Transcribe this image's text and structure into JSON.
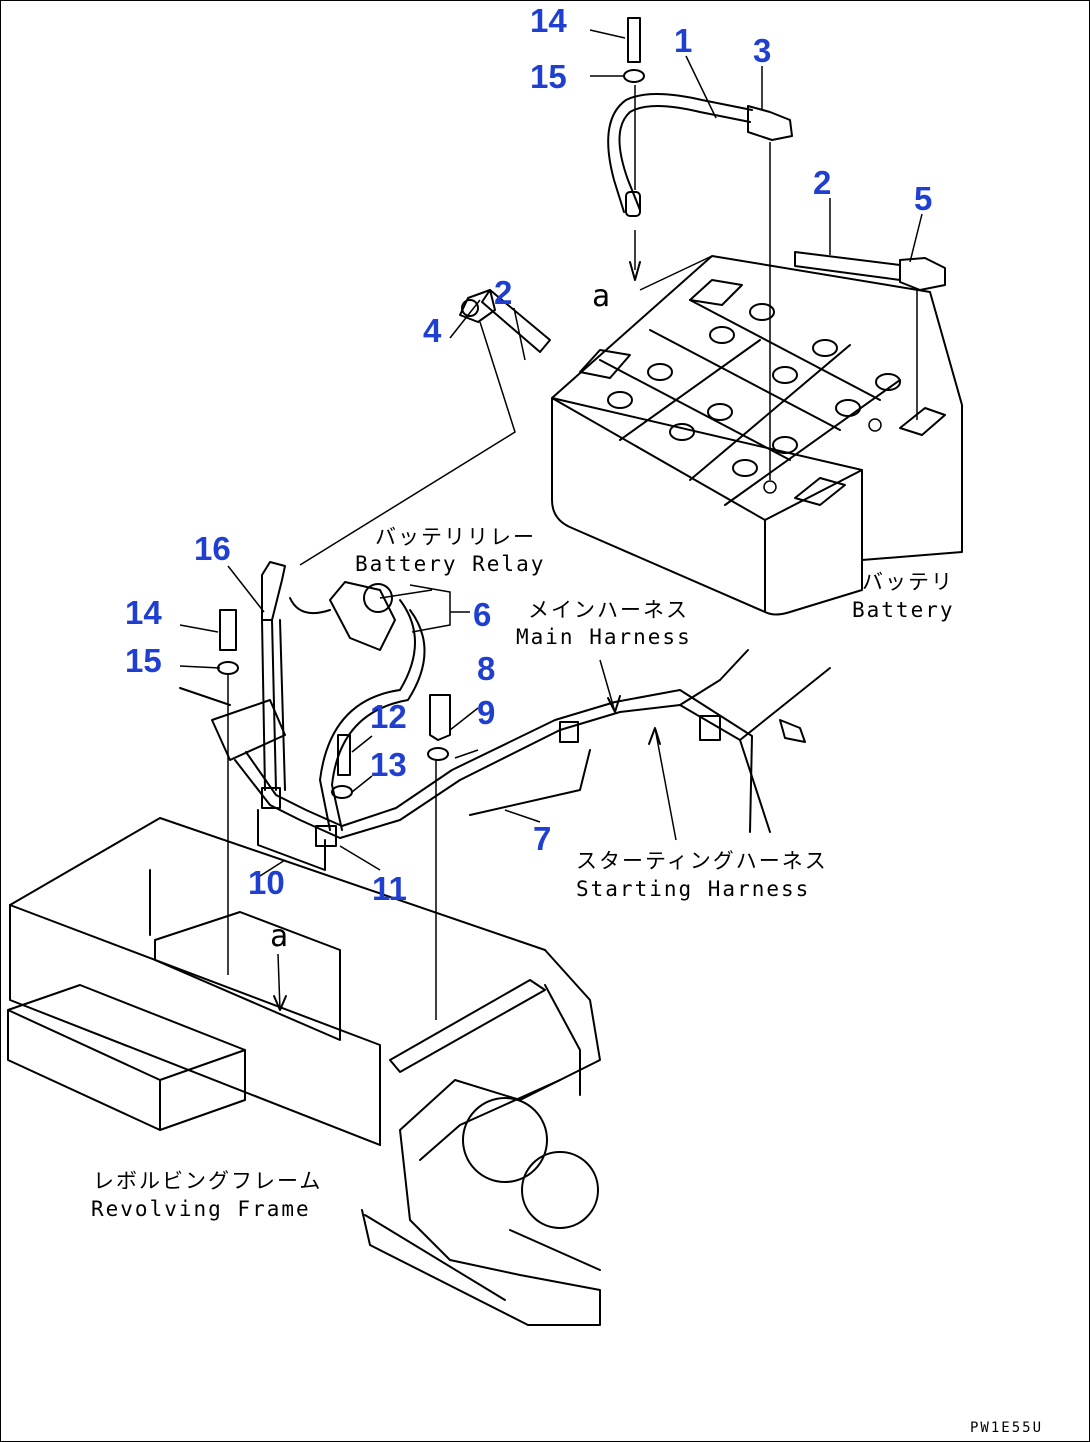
{
  "part_numbers": {
    "n1": "1",
    "n2a": "2",
    "n2b": "2",
    "n3": "3",
    "n4": "4",
    "n5": "5",
    "n6": "6",
    "n7": "7",
    "n8": "8",
    "n9": "9",
    "n10": "10",
    "n11": "11",
    "n12": "12",
    "n13": "13",
    "n14a": "14",
    "n14b": "14",
    "n15a": "15",
    "n15b": "15",
    "n16": "16"
  },
  "refs": {
    "a_top": "a",
    "a_bottom": "a"
  },
  "labels": {
    "battery_relay_jp": "バッテリリレー",
    "battery_relay_en": "Battery Relay",
    "battery_jp": "バッテリ",
    "battery_en": "Battery",
    "main_harness_jp": "メインハーネス",
    "main_harness_en": "Main Harness",
    "starting_harness_jp": "スターティングハーネス",
    "starting_harness_en": "Starting Harness",
    "revolving_frame_jp": "レボルビングフレーム",
    "revolving_frame_en": "Revolving Frame"
  },
  "drawing_code": "PW1E55U",
  "colors": {
    "callout": "#1f3fd0",
    "line": "#000000"
  }
}
